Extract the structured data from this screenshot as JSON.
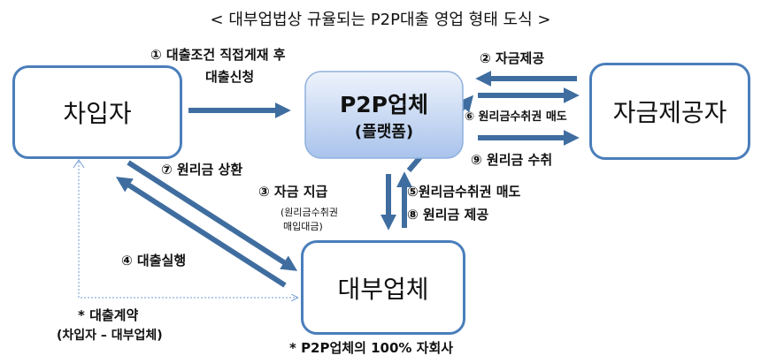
{
  "title": "< 대부업법상 규율되는 P2P대출 영업 형태 도식 >",
  "nodes": {
    "borrower": "차입자",
    "p2p": "P2P업체",
    "p2p_sub": "(플랫폼)",
    "funder": "자금제공자",
    "lender": "대부업체"
  },
  "labels": {
    "step1_line1": "① 대출조건 직접게재 후",
    "step1_line2": "대출신청",
    "step2": "② 자금제공",
    "step6": "⑥ 원리금수취권 매도",
    "step9": "⑨ 원리금 수취",
    "step7": "⑦ 원리금 상환",
    "step3": "③ 자금 지급",
    "step3_note1": "(원리금수취권",
    "step3_note2": "매입대금)",
    "step5": "⑤원리금수취권 매도",
    "step8": "⑧ 원리금 제공",
    "step4": "④ 대출실행",
    "contract_line1": "* 대출계약",
    "contract_line2": "(차입자 – 대부업체)",
    "footnote": "* P2P업체의 100% 자회사"
  },
  "colors": {
    "arrow": "#3f6d9f",
    "border": "#4a7ebb",
    "p2p_fill_top": "#e6eefa",
    "p2p_fill_bottom": "#a9c3ec"
  }
}
